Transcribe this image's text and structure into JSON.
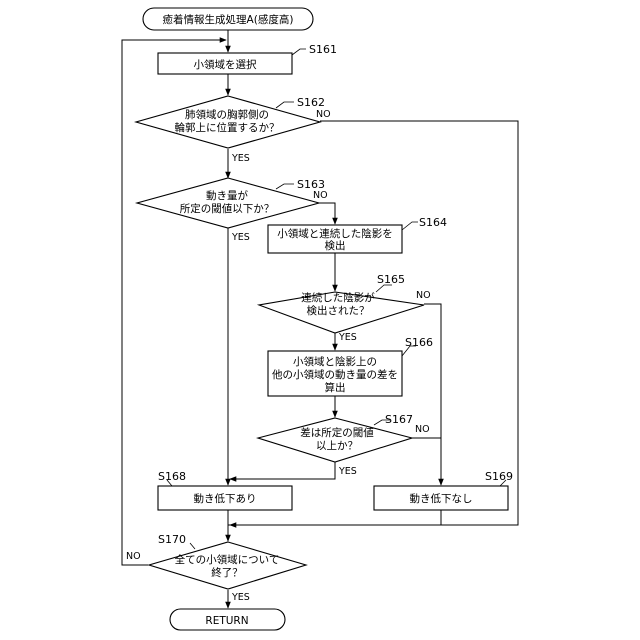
{
  "flow": {
    "start": "癒着情報生成処理A(感度高)",
    "end": "RETURN",
    "steps": {
      "s161": {
        "id": "S161",
        "text": [
          "小領域を選択"
        ]
      },
      "s162": {
        "id": "S162",
        "text": [
          "肺領域の胸郭側の",
          "輪郭上に位置するか？"
        ]
      },
      "s163": {
        "id": "S163",
        "text": [
          "動き量が",
          "所定の閾値以下か？"
        ]
      },
      "s164": {
        "id": "S164",
        "text": [
          "小領域と連続した陰影を",
          "検出"
        ]
      },
      "s165": {
        "id": "S165",
        "text": [
          "連続した陰影が",
          "検出された？"
        ]
      },
      "s166": {
        "id": "S166",
        "text": [
          "小領域と陰影上の",
          "他の小領域の動き量の差を",
          "算出"
        ]
      },
      "s167": {
        "id": "S167",
        "text": [
          "差は所定の閾値",
          "以上か？"
        ]
      },
      "s168": {
        "id": "S168",
        "text": [
          "動き低下あり"
        ]
      },
      "s169": {
        "id": "S169",
        "text": [
          "動き低下なし"
        ]
      },
      "s170": {
        "id": "S170",
        "text": [
          "全ての小領域について",
          "終了？"
        ]
      }
    },
    "branch_labels": {
      "yes": "YES",
      "no": "NO"
    }
  }
}
